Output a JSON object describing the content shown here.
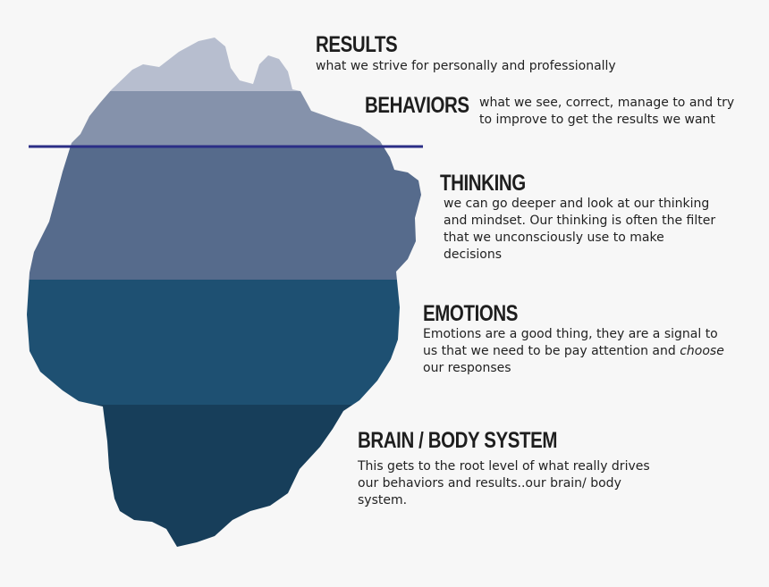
{
  "colors": {
    "background": "#f7f7f7",
    "results_layer": "#b7becf",
    "behaviors_layer": "#8592ab",
    "thinking_layer": "#566b8c",
    "emotions_layer": "#1e5072",
    "brain_layer": "#173e5a",
    "waterline": "#2b2e86",
    "text": "#1e1e1e"
  },
  "layers": {
    "results": {
      "title": "RESULTS",
      "description": "what we strive for personally and professionally"
    },
    "behaviors": {
      "title": "BEHAVIORS",
      "description_line1": "what we see, correct, manage to and try",
      "description_line2": "to improve to get the results we want"
    },
    "thinking": {
      "title": "THINKING",
      "description_line1": "we can go deeper and look at our thinking",
      "description_line2": "and mindset. Our thinking is often the filter",
      "description_line3": "that we unconsciously use to make",
      "description_line4": "decisions"
    },
    "emotions": {
      "title": "EMOTIONS",
      "description_line1": "Emotions are a good thing, they are a signal to",
      "description_line2_start": "us that we need to be pay attention and ",
      "description_line2_emph": "choose",
      "description_line3": "our responses"
    },
    "brain_body": {
      "title": "BRAIN / BODY SYSTEM",
      "description_line1": "This gets to the root level of what really drives",
      "description_line2": "our behaviors and results..our brain/ body",
      "description_line3": "system."
    }
  }
}
